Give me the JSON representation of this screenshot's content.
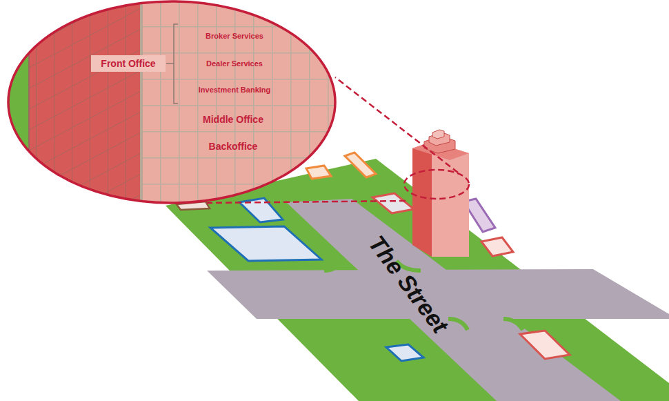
{
  "diagram": {
    "labels": [
      "Broker Services",
      "Front Office",
      "Dealer Services",
      "Investment Banking",
      "Middle Office",
      "Backoffice",
      "The Street"
    ]
  }
}
